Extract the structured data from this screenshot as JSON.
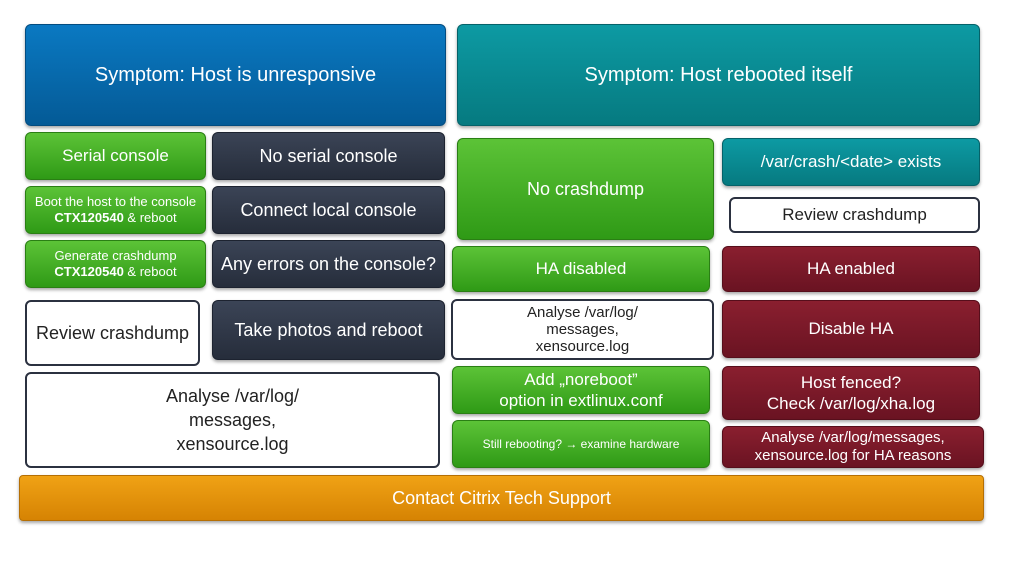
{
  "left_column": {
    "header": "Symptom: Host is unresponsive",
    "serial_console": "Serial console",
    "no_serial_console": "No serial console",
    "boot_console": {
      "line1": "Boot the host to the console",
      "ref": "CTX120540",
      "suffix": " & reboot"
    },
    "connect_local_console": "Connect local console",
    "generate_crashdump": {
      "line1": "Generate crashdump",
      "ref": "CTX120540",
      "suffix": " & reboot"
    },
    "any_errors": "Any errors on the console?",
    "review_crashdump": "Review crashdump",
    "take_photos": "Take photos  and reboot",
    "analyse_logs": {
      "line1": "Analyse /var/log/",
      "line2": "messages,",
      "line3": "xensource.log"
    }
  },
  "right_column": {
    "header": "Symptom: Host rebooted itself",
    "no_crashdump": "No crashdump",
    "crash_exists": "/var/crash/<date> exists",
    "review_crashdump": "Review crashdump",
    "ha_disabled": "HA disabled",
    "ha_enabled": "HA enabled",
    "analyse_logs": {
      "line1": "Analyse /var/log/",
      "line2": "messages,",
      "line3": "xensource.log"
    },
    "disable_ha": "Disable HA",
    "noreboot": {
      "line1": "Add „noreboot”",
      "line2": "option in extlinux.conf"
    },
    "host_fenced": {
      "line1": "Host fenced?",
      "line2": "Check /var/log/xha.log"
    },
    "still_rebooting": "Still rebooting? → examine hardware",
    "analyse_ha": {
      "line1": "Analyse /var/log/messages,",
      "line2": "xensource.log for HA reasons"
    }
  },
  "footer": "Contact Citrix Tech Support",
  "colors": {
    "blue": "#045a96",
    "teal": "#067a80",
    "green": "#2f9a16",
    "dark": "#262d3b",
    "maroon": "#6a1322",
    "orange": "#e08e08"
  }
}
